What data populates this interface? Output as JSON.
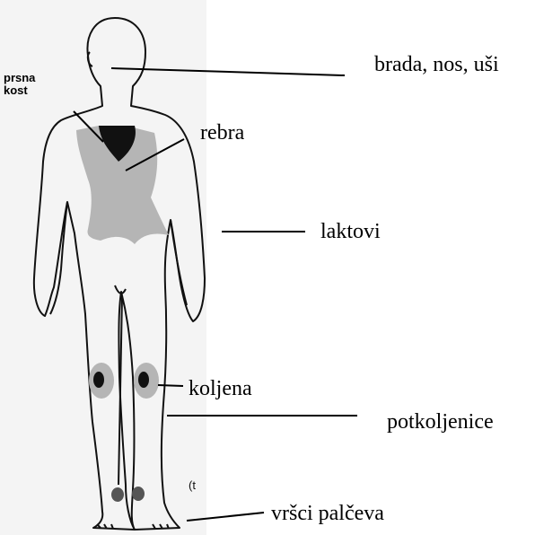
{
  "labels": {
    "sternum_line1": "prsna",
    "sternum_line2": "kost",
    "chin": "brada, nos, uši",
    "ribs": "rebra",
    "elbows": "laktovi",
    "knees": "koljena",
    "shins": "potkoljenice",
    "toes": "vršci palčeva",
    "partial": "(t"
  },
  "colors": {
    "outline": "#111111",
    "dark_region": "#111111",
    "light_region": "#b5b5b5",
    "leader_line": "#000000"
  }
}
